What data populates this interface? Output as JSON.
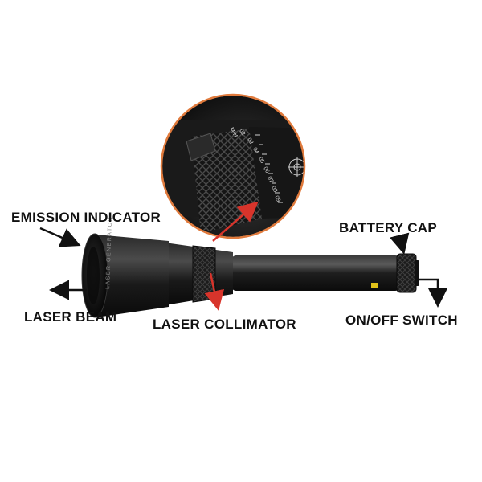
{
  "image": {
    "subject": "laser-designator-flashlight",
    "background_color": "#ffffff"
  },
  "labels": {
    "emission_indicator": "EMISSION INDICATOR",
    "laser_beam": "LASER BEAM",
    "laser_collimator": "LASER COLLIMATOR",
    "battery_cap": "BATTERY CAP",
    "on_off_switch": "ON/OFF SWITCH"
  },
  "body_text": {
    "head_engraving": "LASER GENERATOR",
    "zoom_scale": [
      "MIN",
      "02",
      "03",
      "04",
      "05",
      "06",
      "07",
      "08",
      "09"
    ]
  },
  "colors": {
    "body": "#1b1b1b",
    "highlight": "#4a4a4a",
    "callout_ring": "#e07a3c",
    "pointer_red": "#d8342b",
    "arrow": "#111111",
    "label_text": "#111111",
    "warning_sticker": "#e2c21a"
  }
}
